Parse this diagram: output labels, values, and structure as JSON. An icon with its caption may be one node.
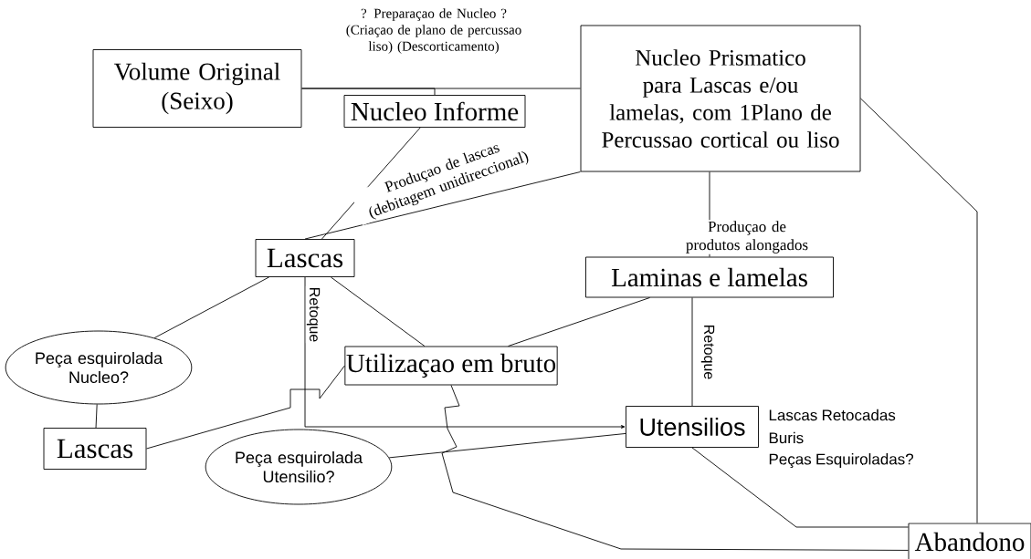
{
  "diagram": {
    "nodes": [
      {
        "text": [
          "Volume Original (Seixo)"
        ]
      },
      {
        "text": [
          "Nucleo Informe"
        ]
      },
      {
        "text": [
          "Nucleo Prismatico para Lascas e/ou lamelas, com 1Plano de Percussao cortical ou liso"
        ]
      },
      {
        "text": [
          "Lascas"
        ]
      },
      {
        "text": [
          "Laminas e lamelas"
        ]
      },
      {
        "text": [
          "Peça esquirolada Nucleo?"
        ]
      },
      {
        "text": [
          "Utilizaçao em bruto"
        ]
      },
      {
        "text": [
          "Lascas"
        ]
      },
      {
        "text": [
          "Utensilios"
        ],
        "beside": [
          "Lascas Retocadas",
          "Buris",
          "Peças Esquiroladas?"
        ]
      },
      {
        "text": [
          "Peça esquirolada Utensilio?"
        ]
      },
      {
        "text": [
          "Abandono"
        ]
      }
    ],
    "edges": [
      {
        "from": 0,
        "to": 2,
        "arrow": "none",
        "label": "? Preparaçao de Nucleo ? (Criaçao de plano de percussao liso) (Descorticamento)"
      },
      {
        "from": 0,
        "to": 1,
        "arrow": "none"
      },
      {
        "from": 1,
        "to": 3,
        "arrow": "none"
      },
      {
        "from": 2,
        "to": 3,
        "arrow": "none",
        "label": "Produçao de lascas (debitagem unidireccional)"
      },
      {
        "from": 2,
        "to": 4,
        "arrow": "none",
        "label": "Produçao de produtos alongados"
      },
      {
        "from": 2,
        "to": 10,
        "arrow": "none"
      },
      {
        "from": 3,
        "to": 5,
        "arrow": "none"
      },
      {
        "from": 3,
        "to": 6,
        "arrow": "none"
      },
      {
        "from": 3,
        "to": 8,
        "arrow": "to",
        "label": "Retoque"
      },
      {
        "from": 4,
        "to": 6,
        "arrow": "none"
      },
      {
        "from": 4,
        "to": 8,
        "arrow": "none",
        "label": "Retoque"
      },
      {
        "from": 5,
        "to": 7,
        "arrow": "none"
      },
      {
        "from": 7,
        "to": 6,
        "arrow": "none"
      },
      {
        "from": 6,
        "to": 10,
        "arrow": "none"
      },
      {
        "from": 9,
        "to": 8,
        "arrow": "none"
      },
      {
        "from": 8,
        "to": 10,
        "arrow": "none"
      }
    ]
  }
}
